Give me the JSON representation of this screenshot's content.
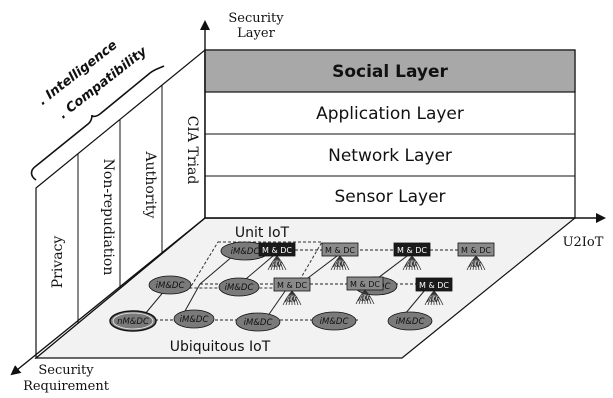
{
  "axes": {
    "vertical": [
      "Security",
      "Layer"
    ],
    "right": "U2IoT",
    "left": [
      "Security",
      "Requirement"
    ]
  },
  "layers": {
    "social": "Social Layer",
    "application": "Application Layer",
    "network": "Network Layer",
    "sensor": "Sensor Layer"
  },
  "requirements": [
    "Privacy",
    "Non-repudiation",
    "Authority",
    "CIA Triad"
  ],
  "brace_labels": [
    ". Intelligence",
    ". Compatibility"
  ],
  "plane": {
    "unit_label": "Unit IoT",
    "ubiquitous_label": "Ubiquitous IoT"
  },
  "nodes": {
    "im": "iM&DC",
    "nm": "nM&DC",
    "mdc": "M & DC"
  },
  "colors": {
    "social_fill": "#a8a8a8",
    "ellipse_fill": "#7a7a7a",
    "mdc_dark": "#1a1a1a"
  }
}
